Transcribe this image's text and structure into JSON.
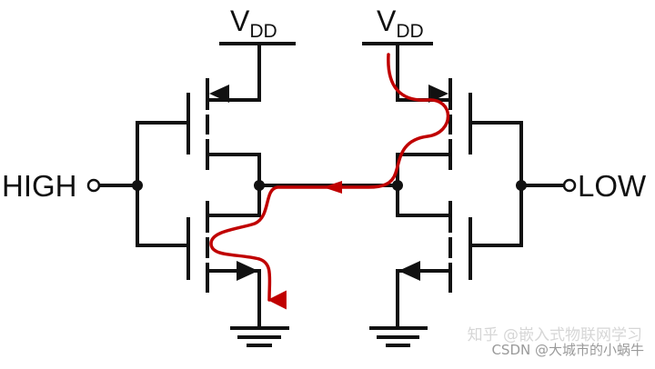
{
  "labels": {
    "vdd_main": "V",
    "vdd_sub": "DD",
    "input_left": "HIGH",
    "input_right": "LOW"
  },
  "watermarks": {
    "zhihu": "知乎 @嵌入式物联网学习",
    "csdn": "CSDN @大城市的小蜗牛"
  },
  "colors": {
    "wire": "#111111",
    "current_path": "#c00000",
    "background": "#ffffff"
  }
}
